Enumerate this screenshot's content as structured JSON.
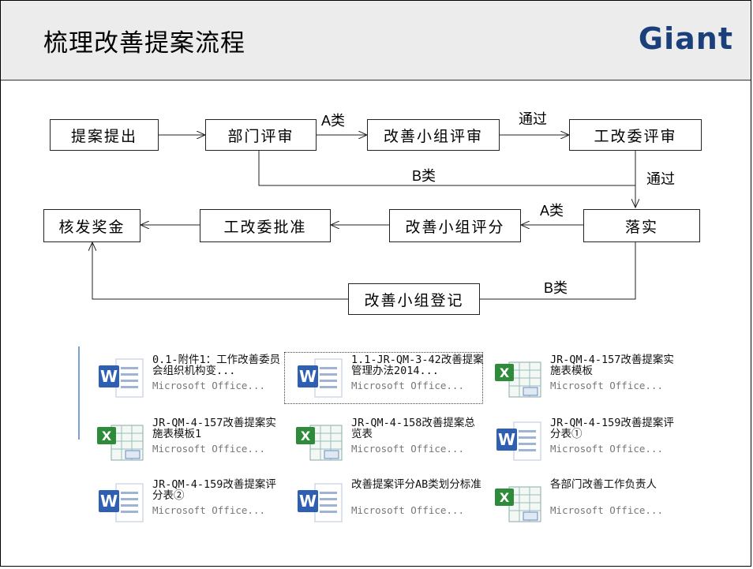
{
  "slide": {
    "title": "梳理改善提案流程",
    "logo": "Giant"
  },
  "flow": {
    "boxes": {
      "submit": "提案提出",
      "dept_review": "部门评审",
      "group_review": "改善小组评审",
      "committee_review": "工改委评审",
      "award": "核发奖金",
      "committee_approve": "工改委批准",
      "group_score": "改善小组评分",
      "implement": "落实",
      "group_register": "改善小组登记"
    },
    "labels": {
      "a_class_1": "A类",
      "pass_1": "通过",
      "b_class_1": "B类",
      "pass_2": "通过",
      "a_class_2": "A类",
      "b_class_2": "B类"
    }
  },
  "files": [
    {
      "name": "0.1-附件1：工作改善委员会组织机构变...",
      "type": "Microsoft Office...",
      "icon": "word-doc-icon"
    },
    {
      "name": "1.1-JR-QM-3-42改善提案管理办法2014...",
      "type": "Microsoft Office...",
      "icon": "word-doc-icon"
    },
    {
      "name": "JR-QM-4-157改善提案实施表模板",
      "type": "Microsoft Office...",
      "icon": "excel-sheet-icon"
    },
    {
      "name": "JR-QM-4-157改善提案实施表模板1",
      "type": "Microsoft Office...",
      "icon": "excel-sheet-icon"
    },
    {
      "name": "JR-QM-4-158改善提案总览表",
      "type": "Microsoft Office...",
      "icon": "excel-sheet-icon"
    },
    {
      "name": "JR-QM-4-159改善提案评分表①",
      "type": "Microsoft Office...",
      "icon": "word-doc-icon"
    },
    {
      "name": "JR-QM-4-159改善提案评分表②",
      "type": "Microsoft Office...",
      "icon": "word-doc-icon"
    },
    {
      "name": "改善提案评分AB类划分标准",
      "type": "Microsoft Office...",
      "icon": "word-doc-icon"
    },
    {
      "name": "各部门改善工作负责人",
      "type": "Microsoft Office...",
      "icon": "excel-sheet-icon"
    }
  ],
  "colors": {
    "word": "#2f5fb3",
    "excel": "#2e8b3a",
    "logo": "#1a3f7a",
    "header_bg": "#ececec"
  }
}
